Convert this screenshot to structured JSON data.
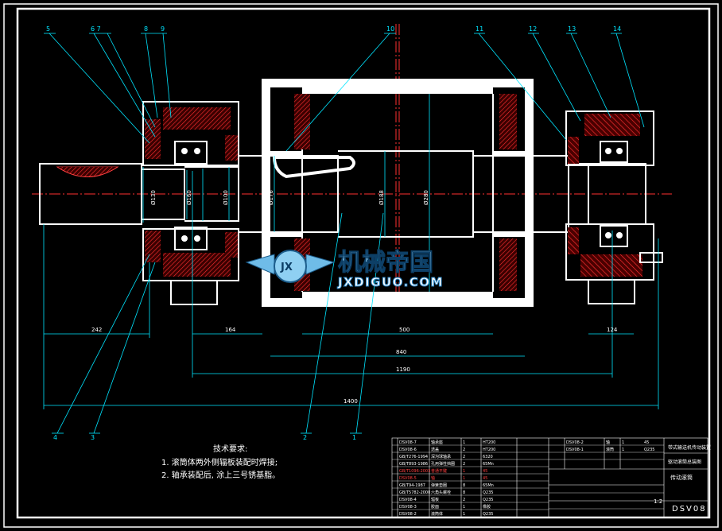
{
  "balloons": [
    "5",
    "6 7",
    "8",
    "9",
    "10",
    "11",
    "12",
    "13",
    "14",
    "4",
    "3",
    "2",
    "1"
  ],
  "dimensions": {
    "h": [
      "242",
      "164",
      "500",
      "840",
      "1190",
      "1400",
      "124"
    ],
    "v": [
      "Ø130",
      "Ø160",
      "Ø100",
      "Ø176",
      "Ø188",
      "Ø280"
    ]
  },
  "notes": {
    "title": "技术要求:",
    "line1": "1. 滚筒体两外侧辐板装配时焊接;",
    "line2": "2. 轴承装配后, 涂上三号锈基脂。"
  },
  "watermark": {
    "badge": "JX",
    "cn": "机械帝国",
    "en": "JXDIGUO.COM"
  },
  "title_block": {
    "drawing_no": "DSV08",
    "name": "传动滚筒",
    "scale": "1:2",
    "company_line1": "带式输送机传动装置",
    "company_line2": "驱动滚筒总装图",
    "parts_rows": [
      [
        "DSV08-7",
        "轴承座",
        "1",
        "HT200"
      ],
      [
        "DSV08-6",
        "透盖",
        "2",
        "HT200"
      ],
      [
        "GB/T276-1994",
        "深沟球轴承",
        "2",
        "6320"
      ],
      [
        "GB/T893-1986",
        "孔用弹性挡圈",
        "2",
        "65Mn"
      ],
      [
        "GB/T1096-2003",
        "普通平键",
        "1",
        "45"
      ],
      [
        "DSV08-5",
        "轴",
        "1",
        "45"
      ],
      [
        "GB/T94-1987",
        "弹簧垫圈",
        "8",
        "65Mn"
      ],
      [
        "GB/T5782-2000",
        "六角头螺栓",
        "8",
        "Q235"
      ],
      [
        "DSV08-4",
        "辐板",
        "2",
        "Q235"
      ],
      [
        "DSV08-3",
        "胶面",
        "1",
        "橡胶"
      ],
      [
        "DSV08-2",
        "滚筒体",
        "1",
        "Q235"
      ]
    ],
    "parts_rows_right": [
      [
        "DSV08-2",
        "轴",
        "1",
        "45"
      ],
      [
        "DSV08-1",
        "滚筒",
        "1",
        "Q235"
      ]
    ]
  }
}
